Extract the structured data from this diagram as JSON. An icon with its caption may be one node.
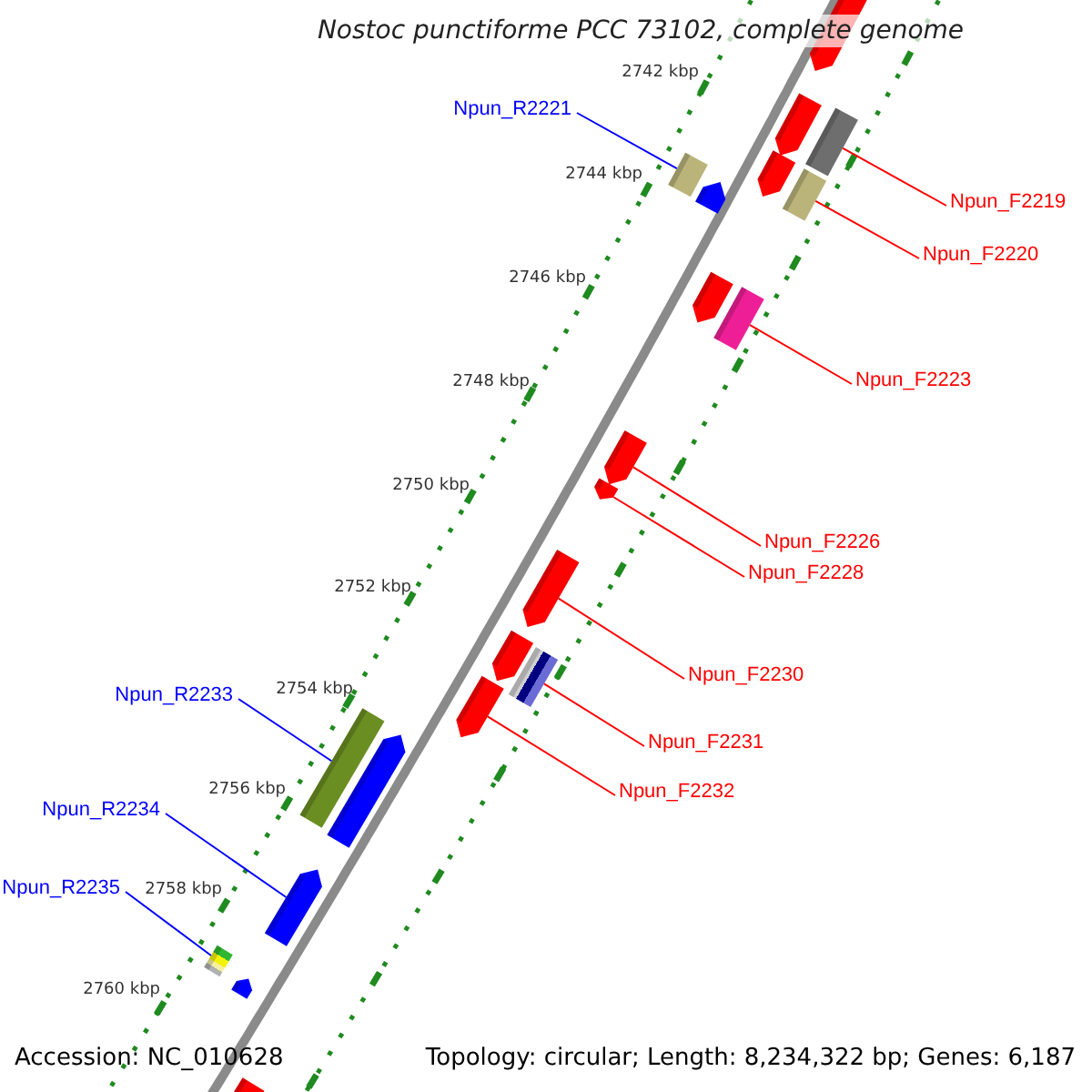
{
  "diagram": {
    "title": "Nostoc punctiforme PCC 73102, complete genome",
    "nodes": [
      {
        "text": [
          "Npun_R2221"
        ]
      },
      {
        "text": [
          "Npun_F2219"
        ]
      },
      {
        "text": [
          "Npun_F2220"
        ]
      },
      {
        "text": [
          "Npun_F2223"
        ]
      },
      {
        "text": [
          "Npun_F2226"
        ]
      },
      {
        "text": [
          "Npun_F2228"
        ]
      },
      {
        "text": [
          "Npun_F2230"
        ]
      },
      {
        "text": [
          "Npun_F2231"
        ]
      },
      {
        "text": [
          "Npun_F2232"
        ]
      },
      {
        "text": [
          "Npun_R2233"
        ]
      },
      {
        "text": [
          "Npun_R2234"
        ]
      },
      {
        "text": [
          "Npun_R2235"
        ]
      },
      {
        "text": [],
        "shape": "arrow"
      },
      {
        "text": [],
        "shape": "arrow"
      },
      {
        "text": [],
        "shape": "bar"
      },
      {
        "text": [],
        "shape": "arrow"
      },
      {
        "text": [],
        "shape": "bar"
      },
      {
        "text": [],
        "shape": "arrow"
      },
      {
        "text": [],
        "shape": "bar"
      },
      {
        "text": [],
        "shape": "arrow"
      },
      {
        "text": [],
        "shape": "bar"
      },
      {
        "text": [],
        "shape": "arrow"
      },
      {
        "text": [],
        "shape": "arrow"
      },
      {
        "text": [],
        "shape": "arrow"
      },
      {
        "text": [],
        "shape": "arrow"
      },
      {
        "text": [],
        "shape": "bar"
      },
      {
        "text": [],
        "shape": "arrow"
      },
      {
        "text": [],
        "shape": "bar"
      },
      {
        "text": [],
        "shape": "arrow"
      },
      {
        "text": [],
        "shape": "arrow"
      },
      {
        "text": [],
        "shape": "bar"
      },
      {
        "text": [],
        "shape": "arrow"
      },
      {
        "text": [],
        "shape": "arrow"
      }
    ],
    "edges": [
      {
        "from": 0,
        "to": 16,
        "arrow": "none",
        "color": "#0000ff"
      },
      {
        "from": 1,
        "to": 14,
        "arrow": "none"
      },
      {
        "from": 2,
        "to": 18,
        "arrow": "none"
      },
      {
        "from": 3,
        "to": 20,
        "arrow": "none"
      },
      {
        "from": 4,
        "to": 21,
        "arrow": "none"
      },
      {
        "from": 5,
        "to": 22,
        "arrow": "none"
      },
      {
        "from": 6,
        "to": 23,
        "arrow": "none"
      },
      {
        "from": 7,
        "to": 25,
        "arrow": "none"
      },
      {
        "from": 8,
        "to": 26,
        "arrow": "none"
      },
      {
        "from": 9,
        "to": 27,
        "arrow": "none",
        "color": "#0000ff"
      },
      {
        "from": 10,
        "to": 29,
        "arrow": "none",
        "color": "#0000ff"
      },
      {
        "from": 11,
        "to": 30,
        "arrow": "none",
        "color": "#0000ff"
      }
    ],
    "labels": [
      "2742 kbp",
      "2744 kbp",
      "2746 kbp",
      "2748 kbp",
      "2750 kbp",
      "2752 kbp",
      "2754 kbp",
      "2756 kbp",
      "2758 kbp",
      "2760 kbp",
      "Accession: NC_010628",
      "Topology: circular; Length: 8,234,322 bp; Genes: 6,187"
    ]
  }
}
